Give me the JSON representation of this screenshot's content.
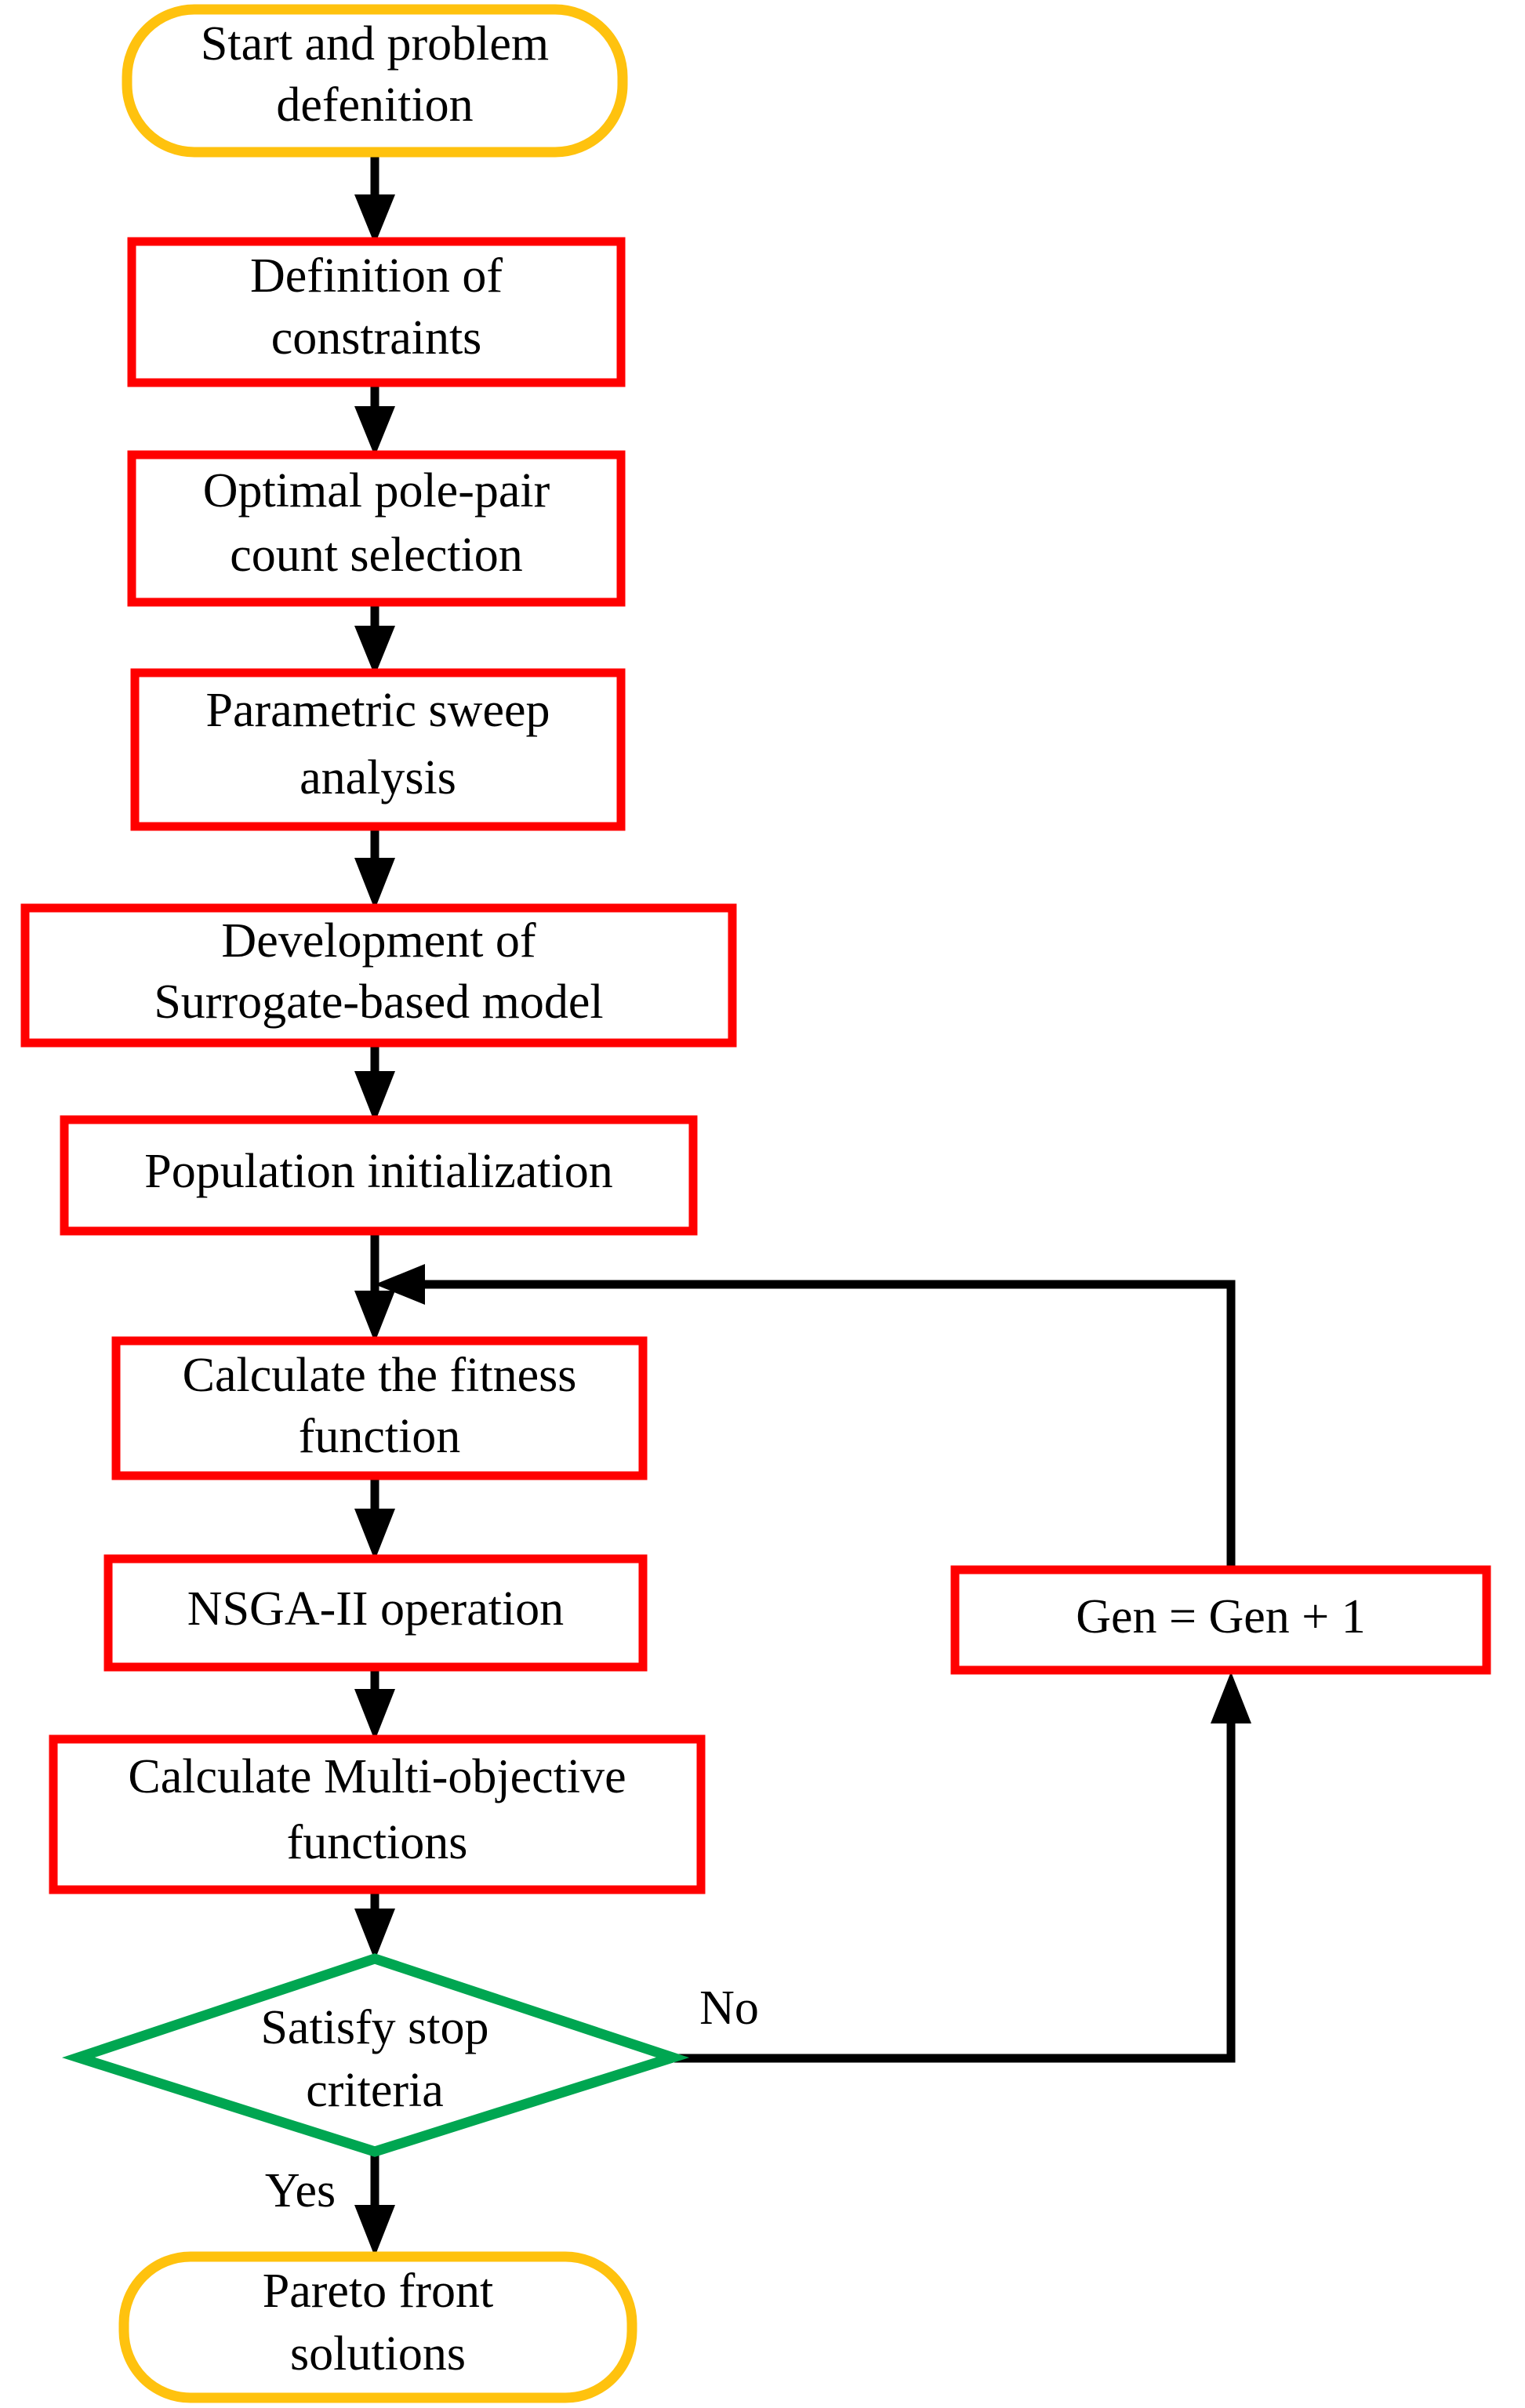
{
  "diagram": {
    "title": "NSGA-II surrogate-based multi-objective optimization flowchart",
    "colors": {
      "terminal_border": "#FFC20E",
      "process_border": "#FF0000",
      "decision_border": "#00A651",
      "connector": "#000000",
      "fill": "#FFFFFF"
    },
    "nodes": [
      {
        "id": "start",
        "shape": "terminal",
        "line1": "Start and problem",
        "line2": "defenition"
      },
      {
        "id": "constraints",
        "shape": "process",
        "line1": "Definition of",
        "line2": "constraints"
      },
      {
        "id": "pole-pair",
        "shape": "process",
        "line1": "Optimal pole-pair",
        "line2": "count selection"
      },
      {
        "id": "parametric-sweep",
        "shape": "process",
        "line1": "Parametric sweep",
        "line2": "analysis"
      },
      {
        "id": "surrogate-model",
        "shape": "process",
        "line1": "Development of",
        "line2": "Surrogate-based model"
      },
      {
        "id": "population-init",
        "shape": "process",
        "line1": "Population initialization",
        "line2": ""
      },
      {
        "id": "fitness",
        "shape": "process",
        "line1": "Calculate the fitness",
        "line2": "function"
      },
      {
        "id": "nsga2",
        "shape": "process",
        "line1": "NSGA-II operation",
        "line2": ""
      },
      {
        "id": "multi-objective",
        "shape": "process",
        "line1": "Calculate Multi-objective",
        "line2": "functions"
      },
      {
        "id": "stop-criteria",
        "shape": "decision",
        "line1": "Satisfy stop",
        "line2": "criteria"
      },
      {
        "id": "generation-increment",
        "shape": "process",
        "line1": "Gen = Gen + 1",
        "line2": ""
      },
      {
        "id": "pareto",
        "shape": "terminal",
        "line1": "Pareto front",
        "line2": "solutions"
      }
    ],
    "edge_labels": {
      "no": "No",
      "yes": "Yes"
    }
  }
}
